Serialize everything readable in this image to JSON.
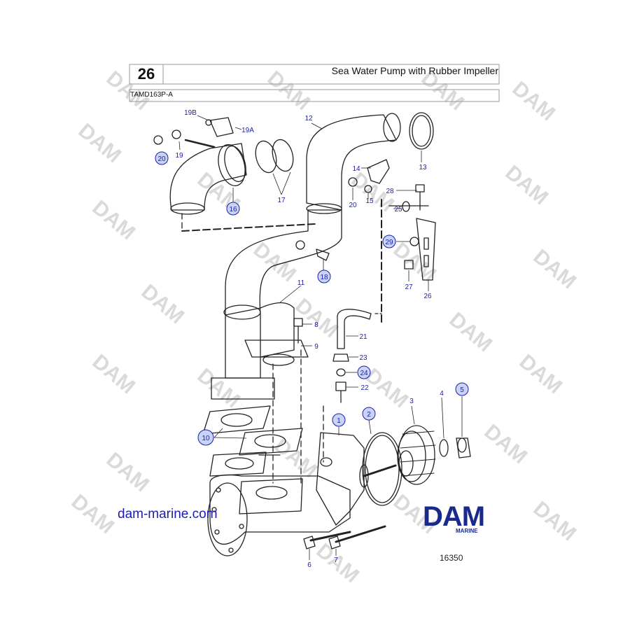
{
  "header": {
    "page_number": "26",
    "title": "Sea Water Pump with Rubber Impeller",
    "model": "TAMD163P-A"
  },
  "footer": {
    "website": "dam-marine.com",
    "figure_number": "16350",
    "logo_text": "DAM",
    "logo_subtext": "MARINE"
  },
  "watermark": {
    "text": "DAM",
    "color": "#d9d9d9"
  },
  "colors": {
    "line": "#222222",
    "callout": "#1b1fa8",
    "circle_fill": "#c9d3f5",
    "logo": "#1a2a8c"
  },
  "labels": {
    "p1": "1",
    "p2": "2",
    "p3": "3",
    "p4": "4",
    "p5": "5",
    "p6": "6",
    "p7": "7",
    "p8": "8",
    "p9": "9",
    "p10": "10",
    "p11": "11",
    "p12": "12",
    "p13": "13",
    "p14": "14",
    "p15": "15",
    "p16": "16",
    "p17": "17",
    "p18": "18",
    "p19": "19",
    "p19a": "19A",
    "p19b": "19B",
    "p20a": "20",
    "p20b": "20",
    "p21": "21",
    "p22": "22",
    "p23": "23",
    "p24": "24",
    "p25": "25",
    "p26": "26",
    "p27": "27",
    "p28": "28",
    "p29": "29"
  }
}
